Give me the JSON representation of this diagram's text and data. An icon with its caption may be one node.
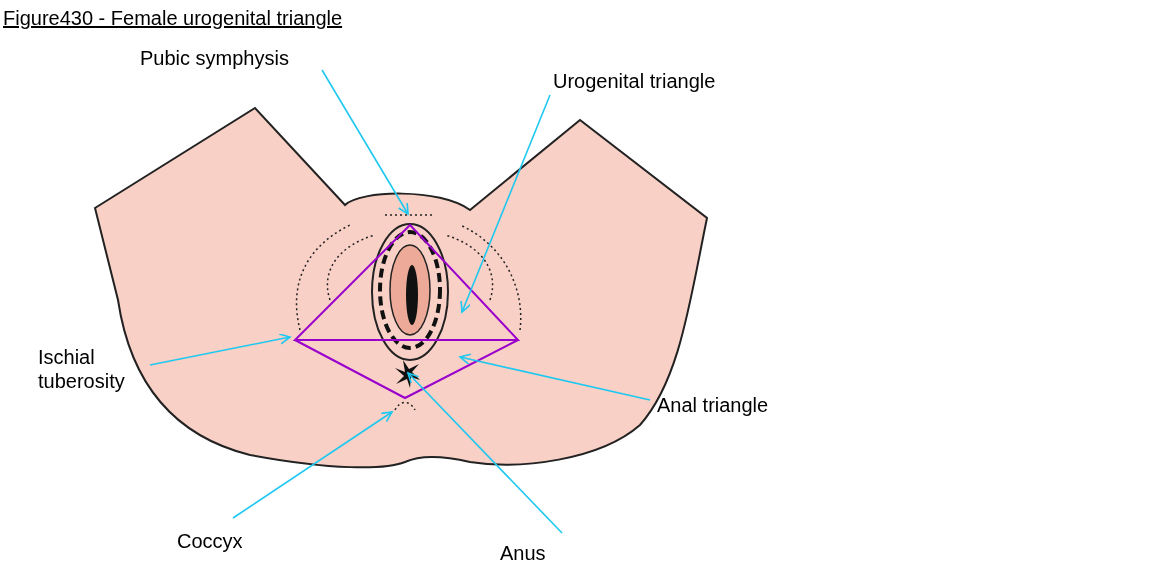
{
  "diagram": {
    "title": "Figure430 - Female urogenital triangle",
    "nodes": [
      {
        "text": [
          "Pubic symphysis"
        ]
      },
      {
        "text": [
          "Urogenital triangle"
        ]
      },
      {
        "text": [
          "Ischial tuberosity"
        ]
      },
      {
        "text": [
          "Anal triangle"
        ]
      },
      {
        "text": [
          "Coccyx"
        ]
      },
      {
        "text": [
          "Anus"
        ]
      }
    ],
    "edges": [
      {
        "from": 0,
        "to": null,
        "arrow": "to"
      },
      {
        "from": 1,
        "to": null,
        "arrow": "to"
      },
      {
        "from": 2,
        "to": null,
        "arrow": "to"
      },
      {
        "from": 3,
        "to": null,
        "arrow": "to"
      },
      {
        "from": 4,
        "to": null,
        "arrow": "to"
      },
      {
        "from": 5,
        "to": null,
        "arrow": "to"
      }
    ]
  }
}
